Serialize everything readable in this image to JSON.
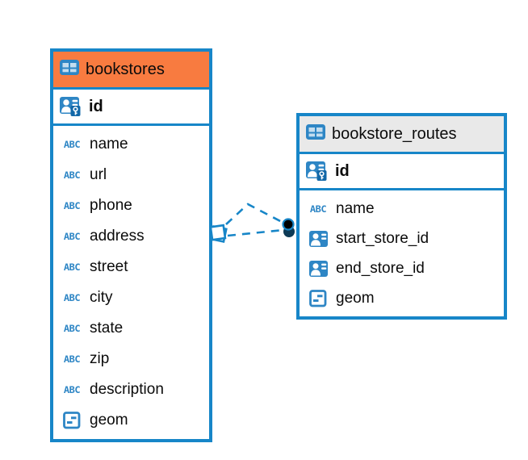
{
  "diagram": {
    "background": "#ffffff",
    "accent_blue": "#1786C8",
    "icon_blue": "#2E86C5",
    "relation_line_color": "#1786C8",
    "relation_line_style": "dashed"
  },
  "icons": {
    "text_type_label": "ABC"
  },
  "tables": [
    {
      "name": "bookstores",
      "header_bg": "#F87B40",
      "columns": [
        {
          "name": "id",
          "type_icon": "primary-key-icon",
          "primary_key": true
        },
        {
          "name": "name",
          "type_icon": "text-type-icon"
        },
        {
          "name": "url",
          "type_icon": "text-type-icon"
        },
        {
          "name": "phone",
          "type_icon": "text-type-icon"
        },
        {
          "name": "address",
          "type_icon": "text-type-icon"
        },
        {
          "name": "street",
          "type_icon": "text-type-icon"
        },
        {
          "name": "city",
          "type_icon": "text-type-icon"
        },
        {
          "name": "state",
          "type_icon": "text-type-icon"
        },
        {
          "name": "zip",
          "type_icon": "text-type-icon"
        },
        {
          "name": "description",
          "type_icon": "text-type-icon"
        },
        {
          "name": "geom",
          "type_icon": "geometry-type-icon"
        }
      ]
    },
    {
      "name": "bookstore_routes",
      "header_bg": "#E9E9E9",
      "columns": [
        {
          "name": "id",
          "type_icon": "primary-key-icon",
          "primary_key": true
        },
        {
          "name": "name",
          "type_icon": "text-type-icon"
        },
        {
          "name": "start_store_id",
          "type_icon": "reference-person-icon"
        },
        {
          "name": "end_store_id",
          "type_icon": "reference-person-icon"
        },
        {
          "name": "geom",
          "type_icon": "geometry-type-icon"
        }
      ]
    }
  ],
  "relationships": [
    {
      "from_table": "bookstores",
      "to_table": "bookstore_routes",
      "line_style": "dashed"
    },
    {
      "from_table": "bookstores",
      "to_table": "bookstore_routes",
      "line_style": "dashed"
    }
  ]
}
